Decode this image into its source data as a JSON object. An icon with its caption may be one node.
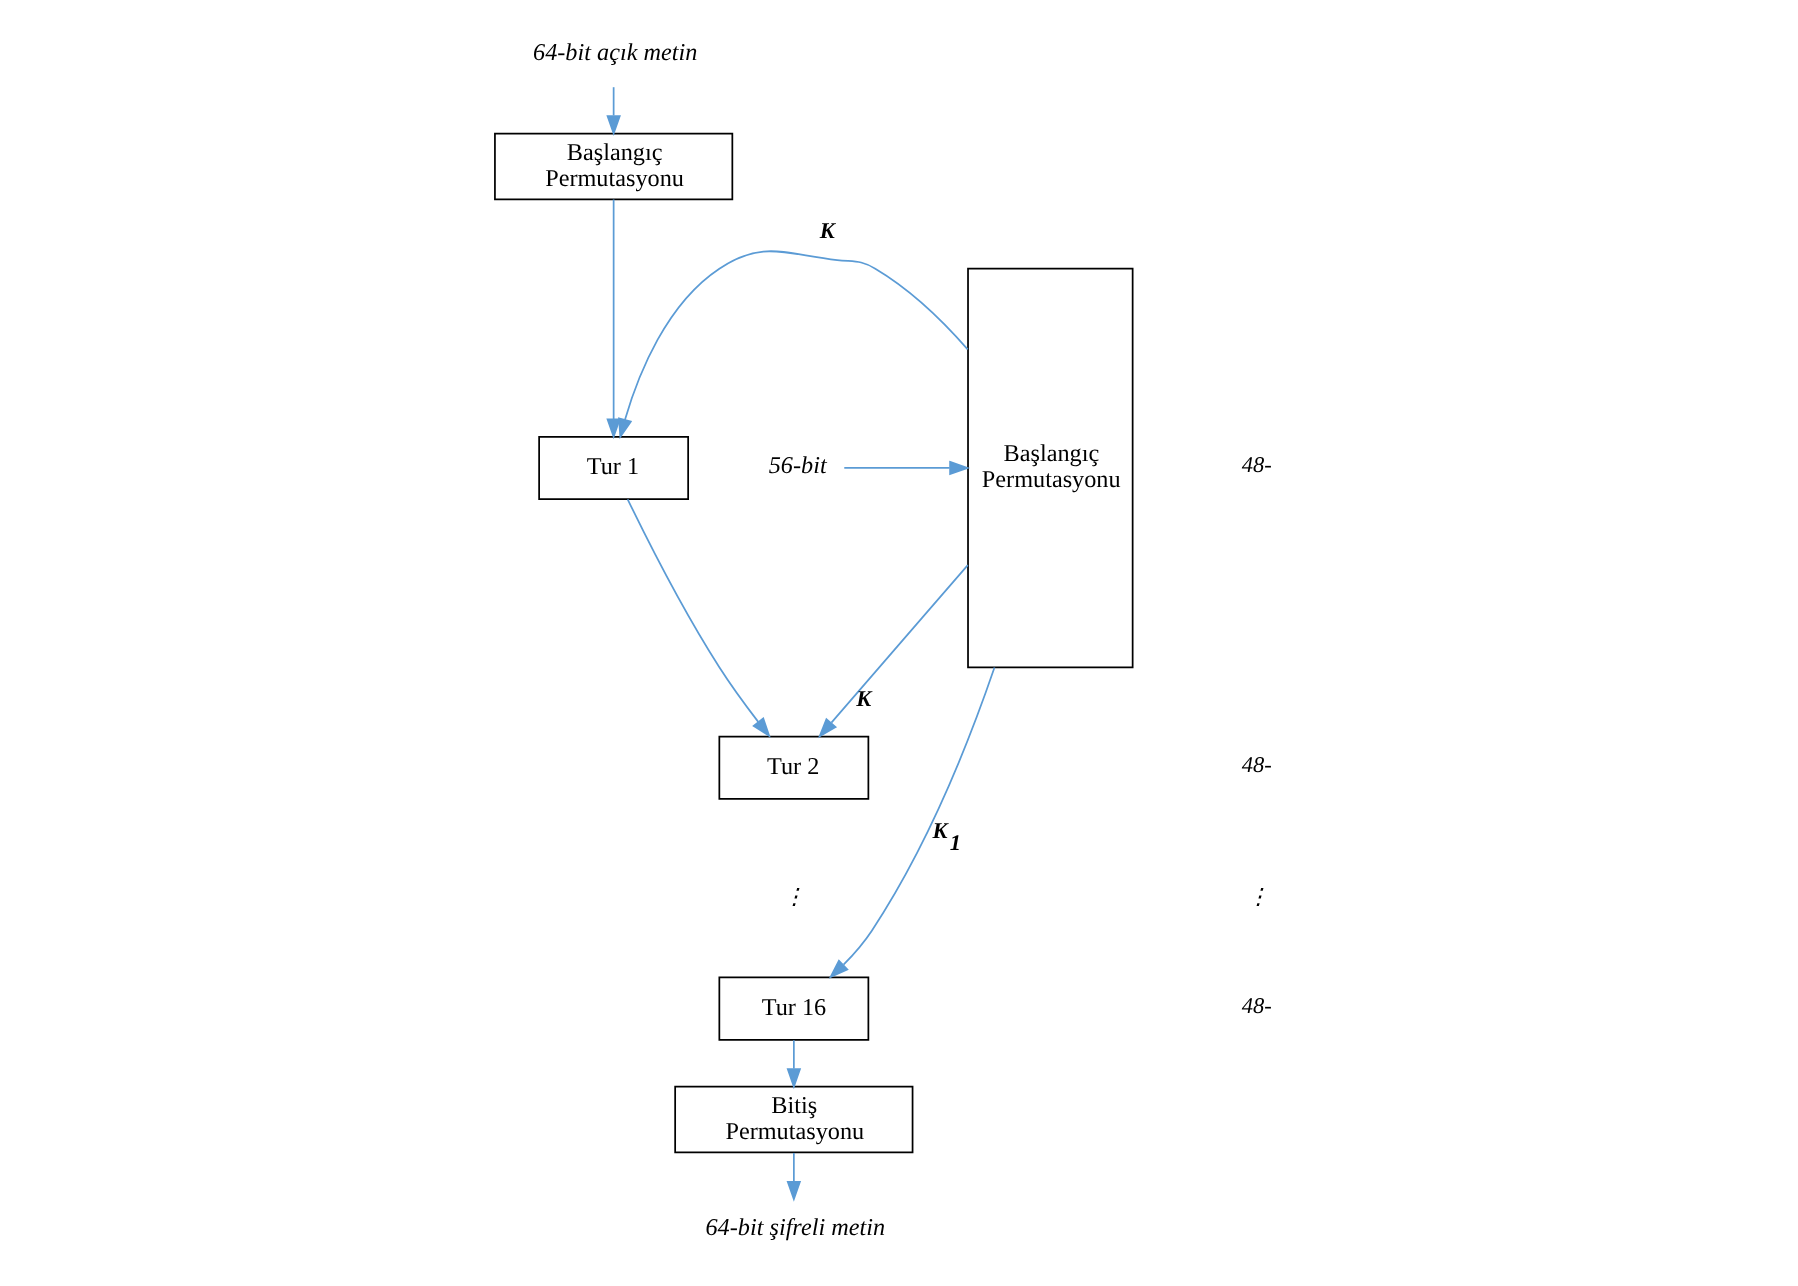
{
  "diagram": {
    "nodes": [
      {
        "text": [
          "64-bit açık metin"
        ]
      },
      {
        "text": [
          "Başlangıç Permutasyonu"
        ]
      },
      {
        "text": [
          "Tur 1"
        ]
      },
      {
        "text": [
          "Tur 2"
        ]
      },
      {
        "text": [
          "Tur 16"
        ]
      },
      {
        "text": [
          "Bitiş Permutasyonu"
        ]
      },
      {
        "text": [
          "64-bit şifreli metin"
        ]
      },
      {
        "text": [
          "Başlangıç Permutasyonu"
        ]
      },
      {
        "text": [
          "56-bit"
        ]
      }
    ],
    "edges": [
      {
        "from": 0,
        "to": 1,
        "arrow": "to"
      },
      {
        "from": 1,
        "to": 2,
        "arrow": "to"
      },
      {
        "from": 2,
        "to": 3,
        "arrow": "to"
      },
      {
        "from": 4,
        "to": 5,
        "arrow": "to"
      },
      {
        "from": 5,
        "to": 6,
        "arrow": "to"
      },
      {
        "from": 7,
        "to": 2,
        "arrow": "to",
        "label": "K"
      },
      {
        "from": 7,
        "to": 3,
        "arrow": "to",
        "label": "K"
      },
      {
        "from": 7,
        "to": 4,
        "arrow": "to",
        "label": "K$_{1}$"
      },
      {
        "from": 8,
        "to": 7,
        "arrow": "to"
      }
    ],
    "labels": [
      "48-",
      "⋮",
      "48-",
      "⋮",
      "48-"
    ]
  }
}
